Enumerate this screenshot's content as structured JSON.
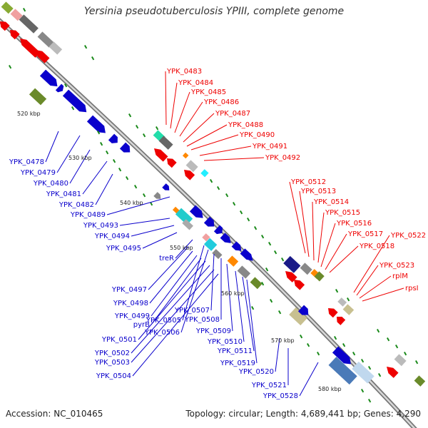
{
  "title": "Yersinia pseudotuberculosis YPIII, complete genome",
  "footer": {
    "accession": "Accession: NC_010465",
    "summary": "Topology: circular; Length: 4,689,441 bp; Genes: 4,290"
  },
  "colors": {
    "forward_cds": "#0a00cc",
    "reverse_cds": "#ee0000",
    "backbone": "#888888",
    "gc_marker": "#1a8a1a"
  },
  "ticks": [
    "520 kbp",
    "530 kbp",
    "540 kbp",
    "550 kbp",
    "560 kbp",
    "570 kbp",
    "580 kbp"
  ],
  "labels_top_red": [
    "YPK_0483",
    "YPK_0484",
    "YPK_0485",
    "YPK_0486",
    "YPK_0487",
    "YPK_0488",
    "YPK_0490",
    "YPK_0491",
    "YPK_0492"
  ],
  "labels_right_red": [
    "YPK_0512",
    "YPK_0513",
    "YPK_0514",
    "YPK_0515",
    "YPK_0516",
    "YPK_0517",
    "YPK_0518",
    "YPK_0522",
    "YPK_0523",
    "rplM",
    "rpsI"
  ],
  "labels_left_blue": [
    "YPK_0478",
    "YPK_0479",
    "YPK_0480",
    "YPK_0481",
    "YPK_0482",
    "YPK_0489",
    "YPK_0493",
    "YPK_0494",
    "YPK_0495",
    "treR"
  ],
  "labels_bottom_blue": [
    "YPK_0497",
    "YPK_0498",
    "YPK_0499",
    "pyrB",
    "YPK_0501",
    "YPK_0502",
    "YPK_0503",
    "YPK_0504",
    "YPK_0505",
    "YPK_0506",
    "YPK_0507",
    "YPK_0508",
    "YPK_0509",
    "YPK_0510",
    "YPK_0511",
    "YPK_0519",
    "YPK_0520",
    "YPK_0521",
    "YPK_0528"
  ]
}
